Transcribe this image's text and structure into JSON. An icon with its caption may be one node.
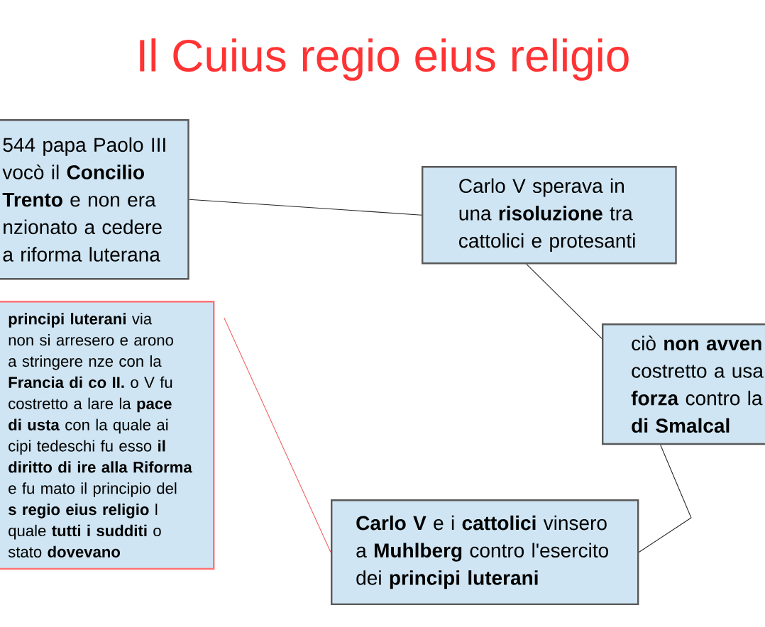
{
  "diagram": {
    "title": "Il Cuius regio eius religio",
    "nodes": [
      {
        "text": [
          "544 papa Paolo III vocò il **Concilio Trento** e non era nzionato a cedere a riforma luterana"
        ]
      },
      {
        "text": [
          "Carlo V sperava in una **risoluzione** tra cattolici e protesanti"
        ]
      },
      {
        "text": [
          "ciò **non avven** costretto a usa **forza** contro la **di Smalcal**"
        ]
      },
      {
        "text": [
          "**Carlo V** e i **cattolici** vinsero a **Muhlberg** contro l'esercito dei **principi luterani**"
        ]
      },
      {
        "text": [
          "**principi luterani** via non si arresero e arono a stringere nze con la **Francia di co II.** o V fu costretto a lare la **pace di usta** con la quale ai cipi tedeschi fu esso **il diritto di ire alla Riforma** e fu mato il principio del **s regio eius religio** l quale **tutti i sudditi** o stato **dovevano**"
        ]
      }
    ],
    "edges": [
      {
        "from": 0,
        "to": 1,
        "arrow": "none"
      },
      {
        "from": 1,
        "to": 2,
        "arrow": "none"
      },
      {
        "from": 2,
        "to": 3,
        "arrow": "none"
      },
      {
        "from": 4,
        "to": 3,
        "arrow": "none",
        "color": "#f06060"
      }
    ]
  }
}
